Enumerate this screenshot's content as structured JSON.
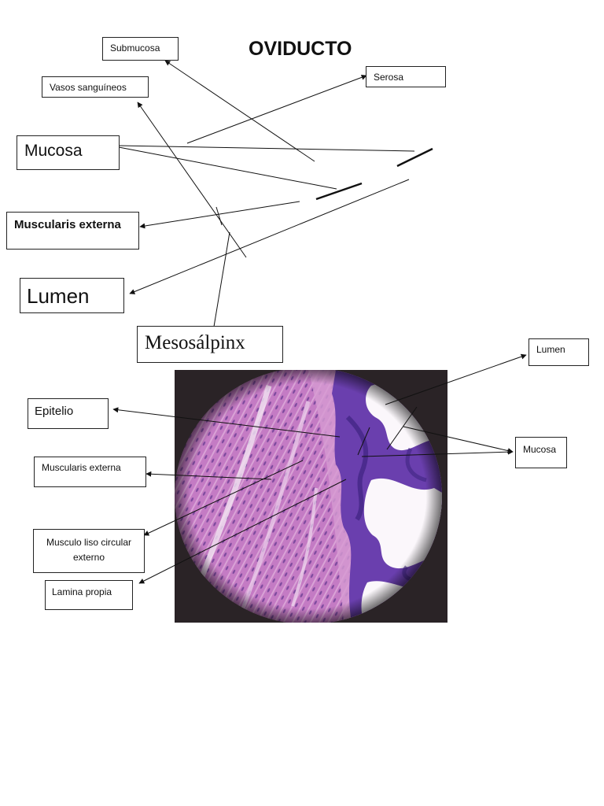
{
  "title": "OVIDUCTO",
  "labels": {
    "submucosa": "Submucosa",
    "vasos": "Vasos sanguíneos",
    "serosa": "Serosa",
    "mucosa_top": "Mucosa",
    "muscularis_top": "Muscularis externa",
    "lumen_top": "Lumen",
    "mesosalpinx": "Mesosálpinx",
    "lumen_right": "Lumen",
    "epitelio": "Epitelio",
    "mucosa_right": "Mucosa",
    "muscularis_bottom": "Muscularis externa",
    "musculo_liso_line1": "Musculo liso circular",
    "musculo_liso_line2": "externo",
    "lamina_propia": "Lamina propia"
  },
  "colors": {
    "muscle": "#c77ac6",
    "epithelium": "#5e3aa8",
    "lumen_space": "#fbf7fb",
    "vignette": "#2a2326"
  }
}
